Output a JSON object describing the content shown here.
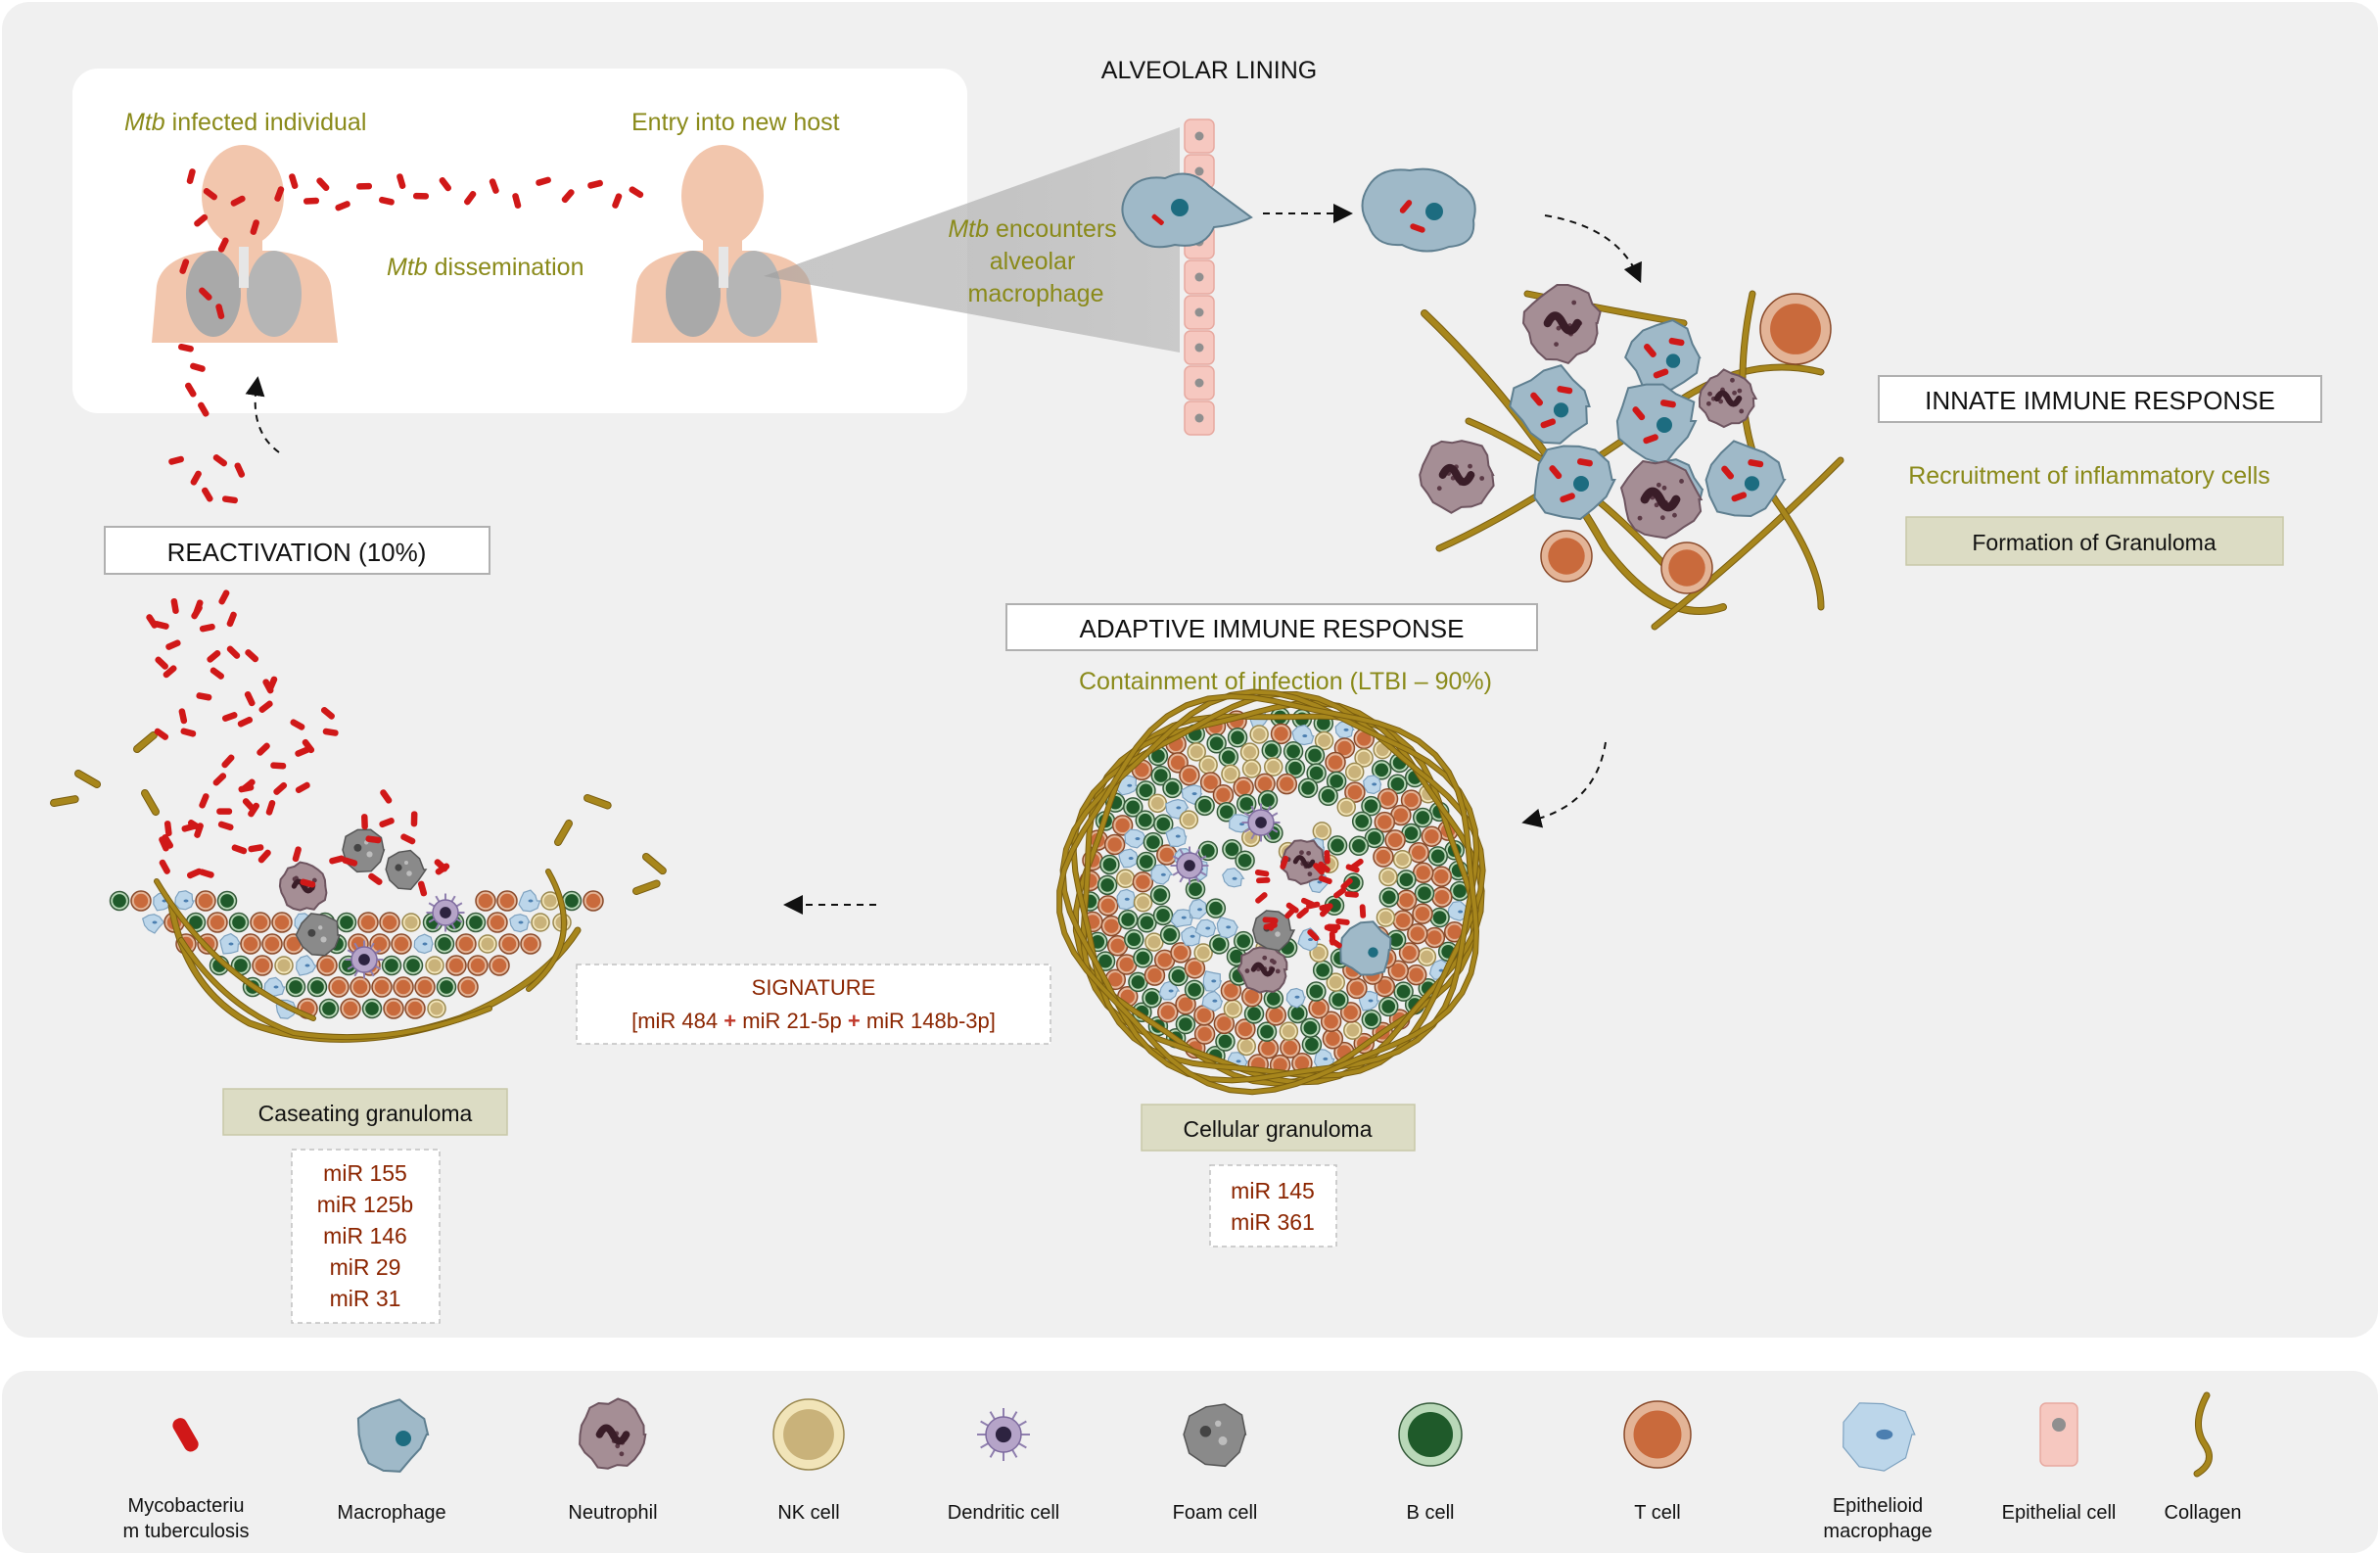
{
  "colors": {
    "panel_bg": "#f0f0f0",
    "olive_text": "#8a8a1a",
    "mirna_text": "#8b2500",
    "label_box_fill": "#dcdcc4",
    "bacterium": "#d01818",
    "macrophage": "#9fb9c8",
    "macrophage_nucleus": "#1d6c80",
    "neutrophil": "#a58e95",
    "neutrophil_nucleus": "#3a1d28",
    "t_cell": "#c96a3c",
    "b_cell": "#1f5a2a",
    "nk_cell": "#d8c890",
    "foam_cell": "#8a8a8a",
    "dendritic_cell": "#b5a4c8",
    "collagen": "#a7861c",
    "epithelial_cell": "#f6c8c0",
    "body_silhouette": "#f2c6ad"
  },
  "transmission": {
    "infected_individual": {
      "italic": "Mtb",
      "rest": " infected individual"
    },
    "new_host": "Entry into new host",
    "dissemination": {
      "italic": "Mtb",
      "rest": " dissemination"
    }
  },
  "alveolar": {
    "title": "ALVEOLAR LINING",
    "encounter": {
      "italic": "Mtb",
      "line1": " encounters",
      "line2": "alveolar",
      "line3": "macrophage"
    }
  },
  "innate": {
    "title": "INNATE IMMUNE RESPONSE",
    "subtitle": "Recruitment of inflammatory cells",
    "label": "Formation of Granuloma"
  },
  "adaptive": {
    "title": "ADAPTIVE IMMUNE RESPONSE",
    "subtitle": "Containment of infection (LTBI – 90%)"
  },
  "reactivation": {
    "title": "REACTIVATION (10%)"
  },
  "signature": {
    "title": "SIGNATURE",
    "bracket_open": "[",
    "a": "miR 484 ",
    "plus1": "+",
    "b": " miR 21-5p ",
    "plus2": "+",
    "c": " miR 148b-3p",
    "bracket_close": "]"
  },
  "caseating": {
    "label": "Caseating granuloma",
    "mirnas": [
      "miR 155",
      "miR 125b",
      "miR 146",
      "miR 29",
      "miR 31"
    ]
  },
  "cellular": {
    "label": "Cellular granuloma",
    "mirnas": [
      "miR 145",
      "miR 361"
    ]
  },
  "legend": [
    {
      "icon": "mycobacterium-icon",
      "line1": "Mycobacteriu",
      "line2": "m tuberculosis"
    },
    {
      "icon": "macrophage-icon",
      "line1": "Macrophage",
      "line2": ""
    },
    {
      "icon": "neutrophil-icon",
      "line1": "Neutrophil",
      "line2": ""
    },
    {
      "icon": "nk-cell-icon",
      "line1": "NK cell",
      "line2": ""
    },
    {
      "icon": "dendritic-cell-icon",
      "line1": "Dendritic cell",
      "line2": ""
    },
    {
      "icon": "foam-cell-icon",
      "line1": "Foam cell",
      "line2": ""
    },
    {
      "icon": "b-cell-icon",
      "line1": "B cell",
      "line2": ""
    },
    {
      "icon": "t-cell-icon",
      "line1": "T cell",
      "line2": ""
    },
    {
      "icon": "epithelioid-macrophage-icon",
      "line1": "Epithelioid",
      "line2": "macrophage"
    },
    {
      "icon": "epithelial-cell-icon",
      "line1": "Epithelial cell",
      "line2": ""
    },
    {
      "icon": "collagen-icon",
      "line1": "Collagen",
      "line2": ""
    }
  ]
}
